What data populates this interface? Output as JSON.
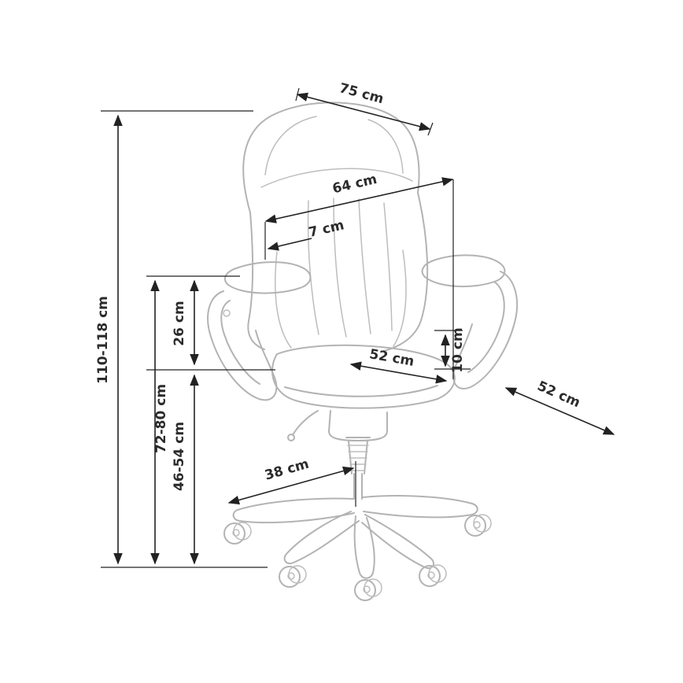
{
  "meta": {
    "type": "technical-dimension-diagram",
    "subject": "office swivel chair, three-quarter line drawing with measurements"
  },
  "colors": {
    "background": "#ffffff",
    "dimension_lines": "#222222",
    "chair_outline": "#b3b3b3",
    "label_text": "#2b2b2b"
  },
  "dims": {
    "total_height": "110-118 cm",
    "back_height": "72-80 cm",
    "armrest_above_seat": "26 cm",
    "seat_height": "46-54 cm",
    "top_width": "75 cm",
    "backrest_width": "64 cm",
    "offset_small": "7 cm",
    "seat_width": "52 cm",
    "cushion_thickness": "10 cm",
    "seat_depth": "52 cm",
    "base_span": "38 cm"
  }
}
